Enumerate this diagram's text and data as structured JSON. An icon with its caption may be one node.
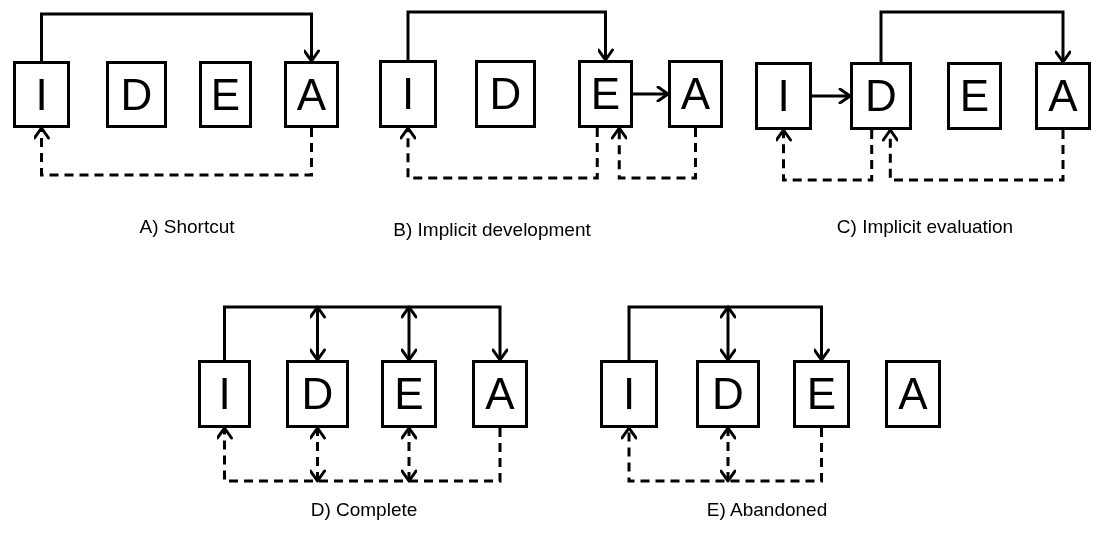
{
  "diagram": {
    "nodes": [
      {
        "text": [
          "I"
        ]
      },
      {
        "text": [
          "D"
        ]
      },
      {
        "text": [
          "E"
        ]
      },
      {
        "text": [
          "A"
        ]
      },
      {
        "text": [
          "I"
        ]
      },
      {
        "text": [
          "D"
        ]
      },
      {
        "text": [
          "E"
        ]
      },
      {
        "text": [
          "A"
        ]
      },
      {
        "text": [
          "I"
        ]
      },
      {
        "text": [
          "D"
        ]
      },
      {
        "text": [
          "E"
        ]
      },
      {
        "text": [
          "A"
        ]
      },
      {
        "text": [
          "I"
        ]
      },
      {
        "text": [
          "D"
        ]
      },
      {
        "text": [
          "E"
        ]
      },
      {
        "text": [
          "A"
        ]
      },
      {
        "text": [
          "I"
        ]
      },
      {
        "text": [
          "D"
        ]
      },
      {
        "text": [
          "E"
        ]
      },
      {
        "text": [
          "A"
        ]
      }
    ],
    "edges": [
      {
        "from": 0,
        "to": 3,
        "arrow": "to"
      },
      {
        "from": 3,
        "to": 0,
        "arrow": "to",
        "style": "dashed"
      },
      {
        "from": 4,
        "to": 6,
        "arrow": "to"
      },
      {
        "from": 6,
        "to": 7,
        "arrow": "to"
      },
      {
        "from": 6,
        "to": 4,
        "arrow": "to",
        "style": "dashed"
      },
      {
        "from": 7,
        "to": 6,
        "arrow": "to",
        "style": "dashed"
      },
      {
        "from": 8,
        "to": 9,
        "arrow": "to"
      },
      {
        "from": 9,
        "to": 11,
        "arrow": "to"
      },
      {
        "from": 9,
        "to": 8,
        "arrow": "to",
        "style": "dashed"
      },
      {
        "from": 11,
        "to": 9,
        "arrow": "to",
        "style": "dashed"
      },
      {
        "from": 12,
        "to": 15,
        "arrow": "to"
      },
      {
        "from": null,
        "to": 13,
        "arrow": "both"
      },
      {
        "from": null,
        "to": 14,
        "arrow": "both"
      },
      {
        "from": 15,
        "to": 12,
        "arrow": "to",
        "style": "dashed"
      },
      {
        "from": null,
        "to": 13,
        "arrow": "both",
        "style": "dashed"
      },
      {
        "from": null,
        "to": 14,
        "arrow": "both",
        "style": "dashed"
      },
      {
        "from": 16,
        "to": 18,
        "arrow": "to"
      },
      {
        "from": null,
        "to": 17,
        "arrow": "both"
      },
      {
        "from": 18,
        "to": 16,
        "arrow": "to",
        "style": "dashed"
      },
      {
        "from": null,
        "to": 17,
        "arrow": "both",
        "style": "dashed"
      }
    ],
    "labels": [
      "A) Shortcut",
      "B) Implicit development",
      "C) Implicit evaluation",
      "D) Complete",
      "E) Abandoned"
    ]
  }
}
